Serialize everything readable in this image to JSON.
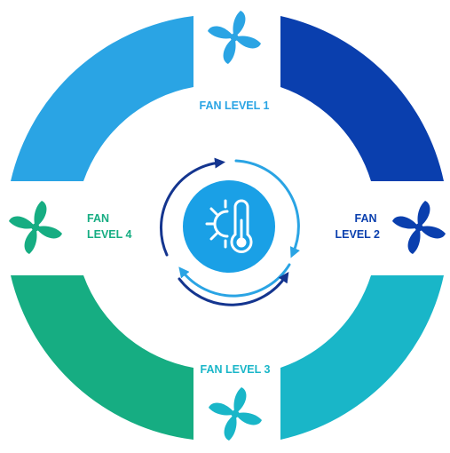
{
  "colors": {
    "level1": "#2aa4e4",
    "level2": "#0a3fae",
    "level3": "#19b6c8",
    "level4": "#16ad82",
    "center_fill": "#1aa0e6",
    "arrow_dark": "#14358f",
    "arrow_light": "#2aa4e4"
  },
  "fans": [
    {
      "id": "level1",
      "label": "FAN LEVEL 1",
      "label_lines": [
        "FAN LEVEL 1"
      ],
      "icon": "fan-icon",
      "color": "#2aa4e4"
    },
    {
      "id": "level2",
      "label": "FAN LEVEL 2",
      "label_lines": [
        "FAN",
        "LEVEL 2"
      ],
      "icon": "fan-icon",
      "color": "#0a3fae"
    },
    {
      "id": "level3",
      "label": "FAN LEVEL 3",
      "label_lines": [
        "FAN LEVEL 3"
      ],
      "icon": "fan-icon",
      "color": "#19b6c8"
    },
    {
      "id": "level4",
      "label": "FAN LEVEL 4",
      "label_lines": [
        "FAN",
        "LEVEL 4"
      ],
      "icon": "fan-icon",
      "color": "#16ad82"
    }
  ],
  "center": {
    "icon": "thermometer-sun-icon",
    "cycle_icon": "cycle-arrows-icon"
  }
}
